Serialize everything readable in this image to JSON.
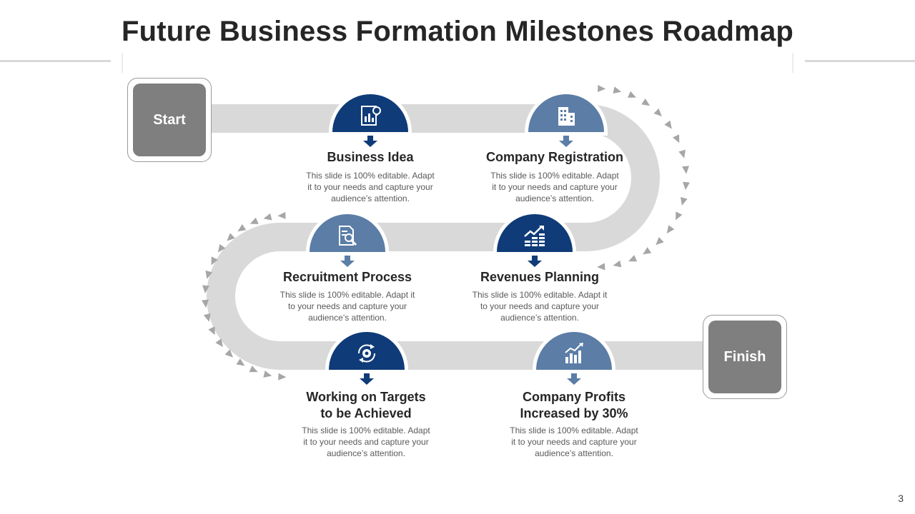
{
  "title": "Future Business Formation Milestones Roadmap",
  "start_label": "Start",
  "finish_label": "Finish",
  "page_number": "3",
  "colors": {
    "dark_blue": "#0f3b78",
    "light_blue": "#5b7da6",
    "road_gray": "#d9d9d9",
    "box_gray": "#7f7f7f"
  },
  "milestones": [
    {
      "title": "Business Idea",
      "description": [
        "This slide is 100% editable. Adapt",
        "it to your needs and capture your",
        "audience’s attention."
      ],
      "icon": "idea-report-icon"
    },
    {
      "title": "Company Registration",
      "description": [
        "This slide is 100% editable. Adapt",
        "it to your needs and capture your",
        "audience’s attention."
      ],
      "icon": "building-icon"
    },
    {
      "title": "Recruitment Process",
      "description": [
        "This slide is 100% editable. Adapt it",
        "to your needs and capture your",
        "audience’s attention."
      ],
      "icon": "document-search-icon"
    },
    {
      "title": "Revenues Planning",
      "description": [
        "This slide is 100% editable. Adapt it",
        "to your needs and capture your",
        "audience’s attention."
      ],
      "icon": "growth-coins-icon"
    },
    {
      "title": [
        "Working on Targets",
        "to be Achieved"
      ],
      "description": [
        "This slide is 100% editable. Adapt",
        "it to your needs and capture your",
        "audience’s attention."
      ],
      "icon": "target-gear-cycle-icon"
    },
    {
      "title": [
        "Company Profits",
        "Increased by 30%"
      ],
      "description": [
        "This slide is 100% editable. Adapt",
        "it to your needs and capture your",
        "audience’s attention."
      ],
      "icon": "bar-chart-growth-icon"
    }
  ]
}
